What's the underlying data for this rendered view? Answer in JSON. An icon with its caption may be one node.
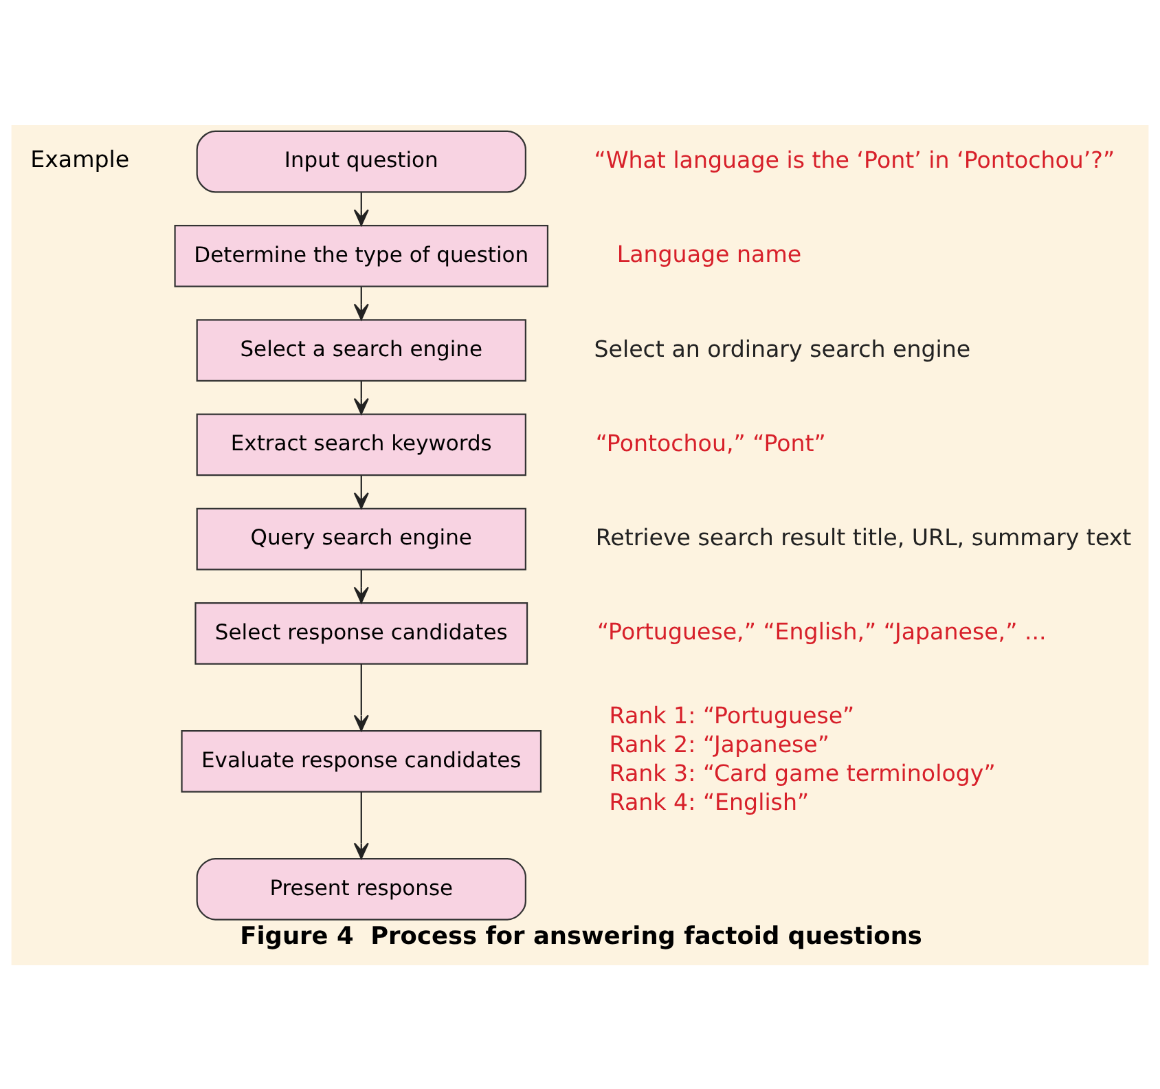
{
  "diagram": {
    "caption": "Figure 4  Process for answering factoid questions",
    "nodes": [
      {
        "text": [
          "Input question"
        ],
        "beside": [
          "“What language is the ‘Pont’ in ‘Pontochou’?”"
        ]
      },
      {
        "text": [
          "Determine the type of question"
        ],
        "beside": [
          "Language name"
        ]
      },
      {
        "text": [
          "Select a search engine"
        ],
        "beside": [
          "Select an ordinary search engine"
        ]
      },
      {
        "text": [
          "Extract search keywords"
        ],
        "beside": [
          "“Pontochou,” “Pont”"
        ]
      },
      {
        "text": [
          "Query search engine"
        ],
        "beside": [
          "Retrieve search result title, URL, summary text"
        ]
      },
      {
        "text": [
          "Select response candidates"
        ],
        "beside": [
          "“Portuguese,” “English,” “Japanese,” ..."
        ]
      },
      {
        "text": [
          "Evaluate response candidates"
        ],
        "beside": [
          "Rank 1: “Portuguese”",
          "Rank 2: “Japanese”",
          "Rank 3: “Card game terminology”",
          "Rank 4: “English”"
        ]
      },
      {
        "text": [
          "Present response"
        ]
      }
    ],
    "edges": [
      {
        "from": 0,
        "to": 1,
        "arrow": "to"
      },
      {
        "from": 1,
        "to": 2,
        "arrow": "to"
      },
      {
        "from": 2,
        "to": 3,
        "arrow": "to"
      },
      {
        "from": 3,
        "to": 4,
        "arrow": "to"
      },
      {
        "from": 4,
        "to": 5,
        "arrow": "to"
      },
      {
        "from": 5,
        "to": 6,
        "arrow": "to"
      },
      {
        "from": 6,
        "to": 7,
        "arrow": "to"
      }
    ],
    "labels": [
      "Example"
    ]
  }
}
